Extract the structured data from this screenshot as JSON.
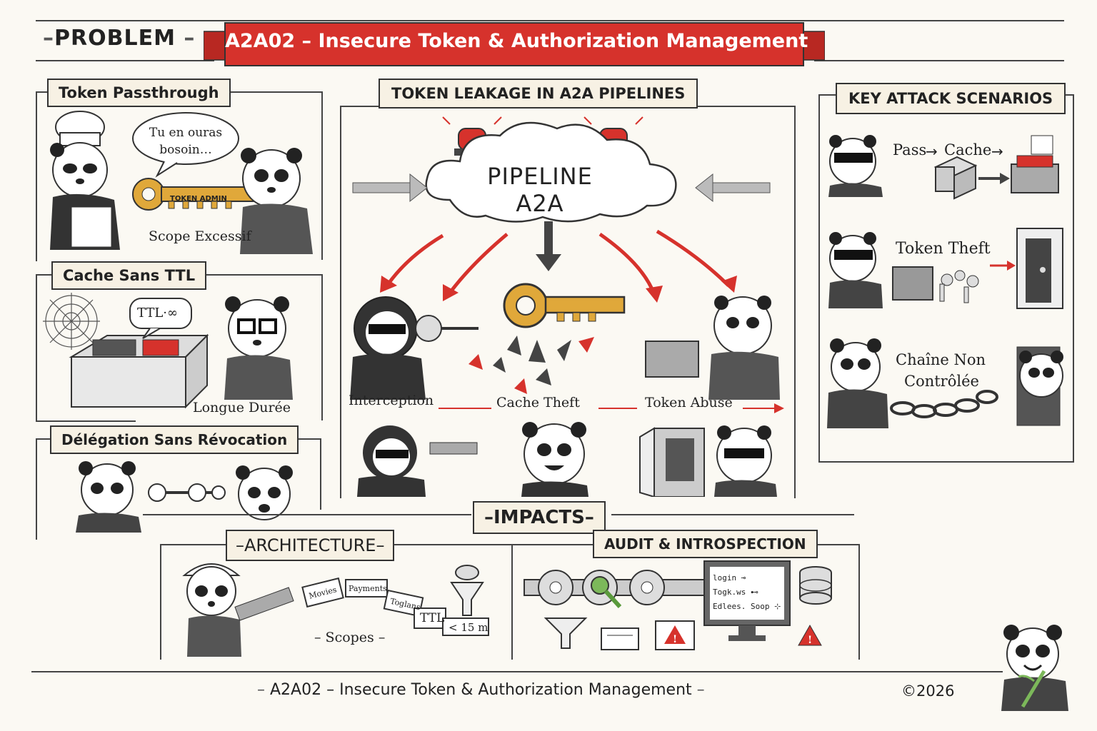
{
  "header": {
    "problem_label": "PROBLEM",
    "title": "A2A02 – Insecure Token & Authorization Management"
  },
  "left": {
    "token_passthrough": {
      "title": "Token Passthrough",
      "speech": "Tu en ouras bosoin…",
      "key_text": "TOKEN ADMIN",
      "caption": "Scope Excessif"
    },
    "cache_sans_ttl": {
      "title": "Cache Sans TTL",
      "speech": "TTL·∞",
      "caption": "Longue Durée"
    },
    "delegation": {
      "title": "Délégation Sans Révocation"
    }
  },
  "center": {
    "title": "TOKEN LEAKAGE IN A2A PIPELINES",
    "cloud_line1": "PIPELINE",
    "cloud_line2": "A2A",
    "flow": [
      "Interception",
      "Cache Theft",
      "Token Abuse"
    ]
  },
  "right": {
    "title": "KEY ATTACK SCENARIOS",
    "pass": "Pass",
    "cache": "Cache",
    "token_theft": "Token Theft",
    "chain_line1": "Chaîne Non",
    "chain_line2": "Contrôlée"
  },
  "impacts": {
    "title": "IMPACTS",
    "architecture": {
      "title": "ARCHITECTURE",
      "tags": [
        "Movies",
        "Payments",
        "Toglans"
      ],
      "ttl": "TTL",
      "ttl_limit": "< 15 m",
      "caption": "Scopes"
    },
    "audit": {
      "title": "AUDIT & INTROSPECTION",
      "screen_lines": [
        "login  ⊸",
        "Togk.ws  ⊷",
        "Edlees. Soop ⊹"
      ]
    }
  },
  "footer": {
    "title": "A2A02 – Insecure Token & Authorization Management",
    "copyright": "©2026"
  },
  "colors": {
    "accent_red": "#d6322c",
    "key_gold": "#e0a83a",
    "ink": "#222222",
    "paper": "#fbf9f3",
    "label_bg": "#f7f1e4"
  }
}
